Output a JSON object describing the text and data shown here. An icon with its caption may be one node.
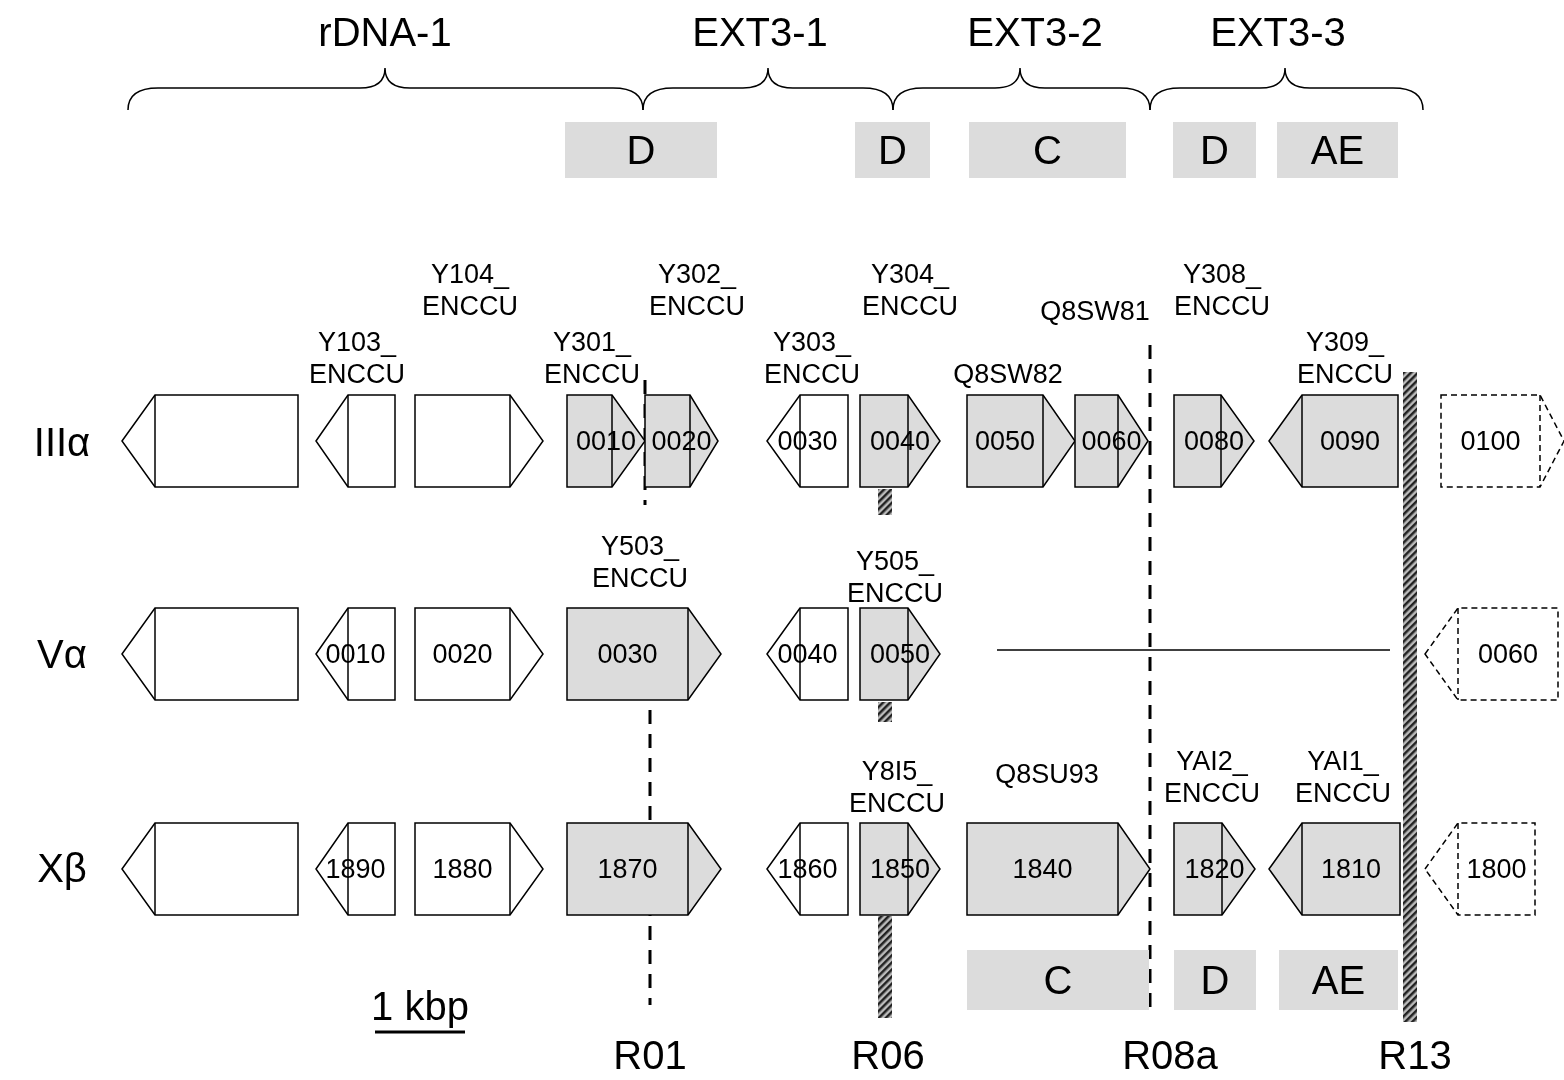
{
  "diagram": {
    "nodes": [
      {
        "text": [
          "D"
        ]
      },
      {
        "text": [
          "D"
        ]
      },
      {
        "text": [
          "C"
        ]
      },
      {
        "text": [
          "D"
        ]
      },
      {
        "text": [
          "AE"
        ]
      },
      {
        "text": [],
        "shape": "arrow"
      },
      {
        "text": [],
        "shape": "arrow",
        "beside": [
          "Y103_ ENCCU"
        ]
      },
      {
        "text": [],
        "shape": "arrow",
        "beside": [
          "Y104_ ENCCU"
        ]
      },
      {
        "text": [
          "0010"
        ],
        "beside": [
          "Y301_ ENCCU"
        ]
      },
      {
        "text": [
          "0020"
        ],
        "beside": [
          "Y302_ ENCCU"
        ]
      },
      {
        "text": [
          "0030"
        ],
        "beside": [
          "Y303_ ENCCU"
        ]
      },
      {
        "text": [
          "0040"
        ],
        "beside": [
          "Y304_ ENCCU"
        ]
      },
      {
        "text": [
          "0050"
        ],
        "beside": [
          "Q8SW82"
        ]
      },
      {
        "text": [
          "0060"
        ],
        "beside": [
          "Q8SW81"
        ]
      },
      {
        "text": [
          "0080"
        ],
        "beside": [
          "Y308_ ENCCU"
        ]
      },
      {
        "text": [
          "0090"
        ],
        "beside": [
          "Y309_ ENCCU"
        ]
      },
      {
        "text": [
          "0100"
        ]
      },
      {
        "text": [],
        "shape": "arrow"
      },
      {
        "text": [
          "0010"
        ]
      },
      {
        "text": [
          "0020"
        ]
      },
      {
        "text": [
          "0030"
        ],
        "beside": [
          "Y503_ ENCCU"
        ]
      },
      {
        "text": [
          "0040"
        ]
      },
      {
        "text": [
          "0050"
        ],
        "beside": [
          "Y505_ ENCCU"
        ]
      },
      {
        "text": [
          "0060"
        ]
      },
      {
        "text": [],
        "shape": "arrow"
      },
      {
        "text": [
          "1890"
        ]
      },
      {
        "text": [
          "1880"
        ]
      },
      {
        "text": [
          "1870"
        ]
      },
      {
        "text": [
          "1860"
        ]
      },
      {
        "text": [
          "1850"
        ],
        "beside": [
          "Y8I5_ ENCCU"
        ]
      },
      {
        "text": [
          "1840"
        ],
        "beside": [
          "Q8SU93"
        ]
      },
      {
        "text": [
          "1820"
        ],
        "beside": [
          "YAI2_ ENCCU"
        ]
      },
      {
        "text": [
          "1810"
        ],
        "beside": [
          "YAI1_ ENCCU"
        ]
      },
      {
        "text": [
          "1800"
        ]
      },
      {
        "text": [
          "C"
        ]
      },
      {
        "text": [
          "D"
        ]
      },
      {
        "text": [
          "AE"
        ]
      },
      {
        "text": [],
        "shape": "bar"
      },
      {
        "text": [],
        "shape": "bar"
      },
      {
        "text": [],
        "shape": "bar"
      },
      {
        "text": [],
        "shape": "bar"
      }
    ],
    "labels": [
      "rDNA-1",
      "EXT3-1",
      "EXT3-2",
      "EXT3-3",
      "IIIα",
      "Vα",
      "Xβ",
      "1 kbp",
      "R01",
      "R06",
      "R08a",
      "R13"
    ]
  }
}
